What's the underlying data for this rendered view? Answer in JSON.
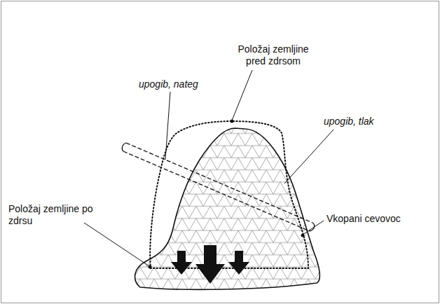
{
  "diagram": {
    "labels": [
      "Položaj zemljine pred zdrsom",
      "upogib, nateg",
      "upogib, tlak",
      "Položaj zemljine po zdrsu",
      "Vkopani cevovoc"
    ]
  }
}
